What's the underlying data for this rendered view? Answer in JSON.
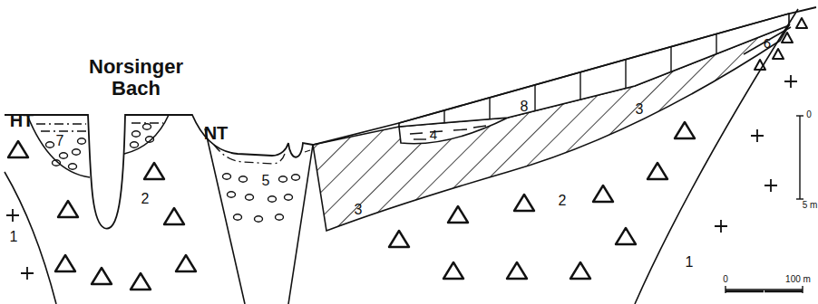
{
  "diagram": {
    "labels": [
      "HT",
      "Norsinger Bach",
      "7",
      "1",
      "2",
      "NT",
      "5",
      "4",
      "8",
      "3",
      "3",
      "6",
      "2",
      "1",
      "0",
      "5 m",
      "0",
      "100 m"
    ]
  }
}
